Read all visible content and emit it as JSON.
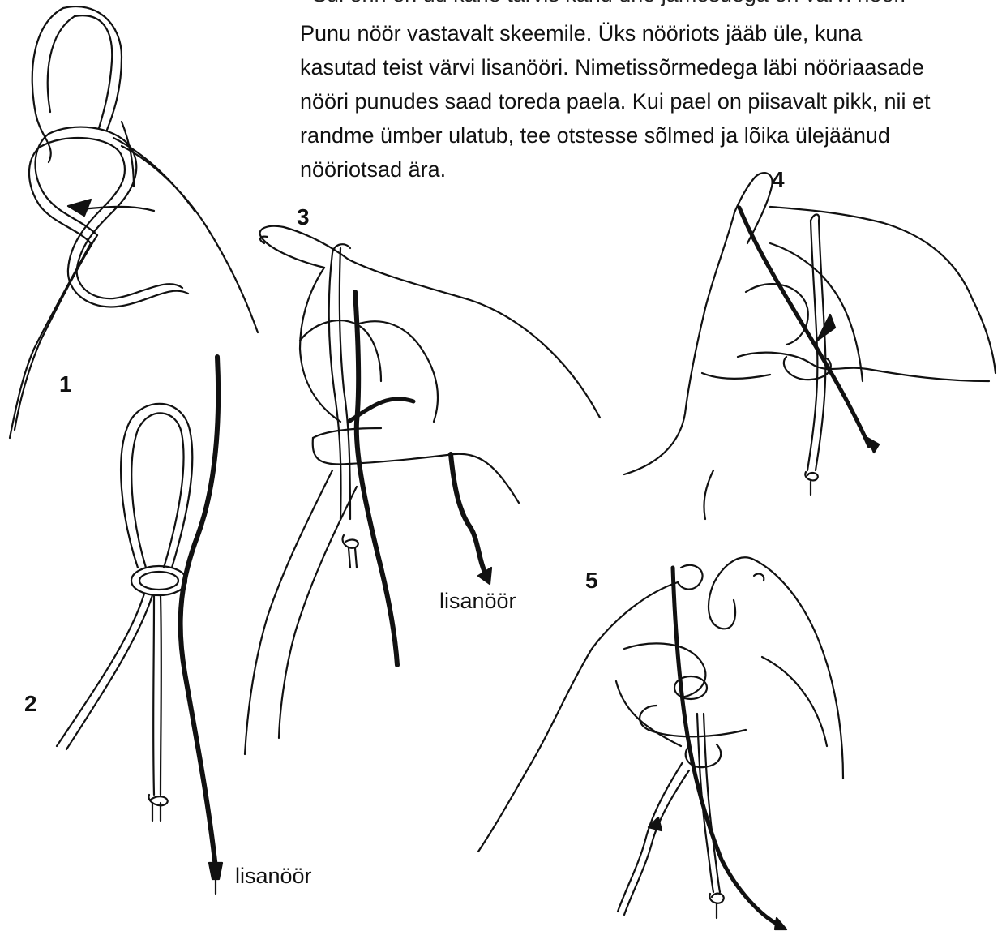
{
  "instructions": {
    "clipped_line": "Sul onn en uu kahe tarvis kahu ühe jamesdega en varvi nöör.",
    "lines": [
      "Punu nöör vastavalt skeemile. Üks nööriots jääb üle, kuna",
      "kasutad teist värvi lisanööri. Nimetissõrmedega läbi nööriaasade",
      "nööri punudes saad toreda paela. Kui pael on piisavalt pikk, nii et",
      "randme ümber ulatub, tee otstesse sõlmed ja lõika ülejäänud",
      "nööriotsad ära."
    ]
  },
  "steps": {
    "s1": "1",
    "s2": "2",
    "s3": "3",
    "s4": "4",
    "s5": "5"
  },
  "labels": {
    "extra_cord_2": "lisanöör",
    "extra_cord_3": "lisanöör"
  },
  "colors": {
    "ink": "#111111",
    "paper": "#ffffff"
  }
}
